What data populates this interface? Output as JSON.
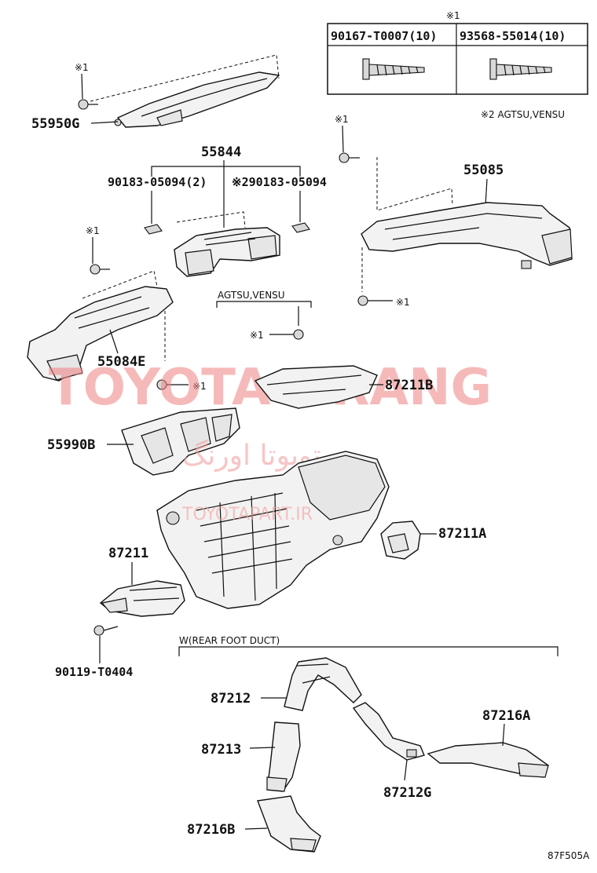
{
  "watermark": {
    "primary": "TOYOTA ORANG",
    "arabic": "تویوتا اورنگ",
    "secondary": "TOYOTAPART.IR"
  },
  "fastener_table": {
    "mark": "※1",
    "left_part": "90167-T0007(10)",
    "right_part": "93568-55014(10)"
  },
  "note_mark2": "※2 AGTSU,VENSU",
  "labels": {
    "p55950G": "55950G",
    "p55844": "55844",
    "p90183a": "90183-05094(2)",
    "p90183b": "※290183-05094",
    "p55085": "55085",
    "p55084E": "55084E",
    "agtsu": "AGTSU,VENSU",
    "p87211B": "87211B",
    "p55990B": "55990B",
    "p87211A": "87211A",
    "p87211": "87211",
    "p90119": "90119-T0404",
    "rear_duct": "W(REAR FOOT DUCT)",
    "p87212": "87212",
    "p87216A": "87216A",
    "p87213": "87213",
    "p87212G": "87212G",
    "p87216B": "87216B",
    "code": "87F505A"
  },
  "marks": {
    "m1": "※1",
    "m1b": "※1",
    "m1c": "※1",
    "m1d": "※1",
    "m1e": "※1",
    "m1f": "※1",
    "m1g": "※1"
  }
}
